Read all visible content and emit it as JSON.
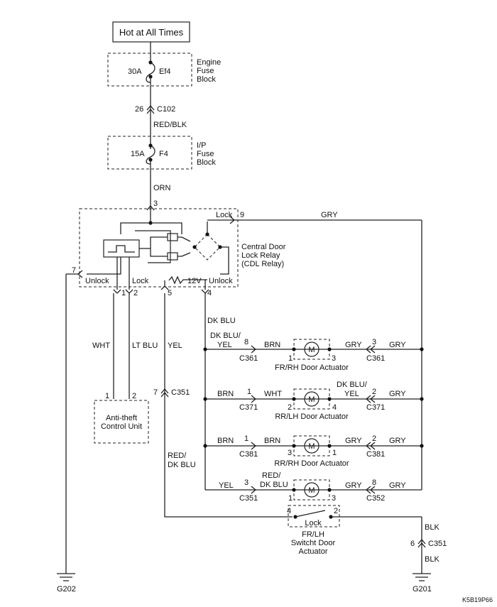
{
  "source": {
    "label": "Hot at All Times"
  },
  "engine_fuse": {
    "rating": "30A",
    "name": "Ef4",
    "block_label": [
      "Engine",
      "Fuse",
      "Block"
    ]
  },
  "c102": {
    "pin": "26",
    "name": "C102"
  },
  "wire_red_blk": "RED/BLK",
  "ip_fuse": {
    "rating": "15A",
    "name": "F4",
    "block_label": [
      "I/P",
      "Fuse",
      "Block"
    ]
  },
  "wire_orn": "ORN",
  "relay": {
    "label": [
      "Central Door",
      "Lock Relay",
      "(CDL Relay)"
    ],
    "pin_top": "3",
    "pin_lock_out": "9",
    "lock_out_label": "Lock",
    "pin_7": "7",
    "unlock_left": "Unlock",
    "lock_left": "Lock",
    "pin_1": "1",
    "pin_2": "2",
    "pin_5": "5",
    "pin_4": "4",
    "v12": "12V",
    "unlock_right": "Unlock"
  },
  "wires": {
    "gry": "GRY",
    "dk_blu": "DK BLU",
    "wht": "WHT",
    "lt_blu": "LT BLU",
    "yel": "YEL",
    "red_dk_blu": [
      "RED/",
      "DK BLU"
    ]
  },
  "anti_theft": {
    "label": [
      "Anti-theft",
      "Control Unit"
    ],
    "pin1": "1",
    "pin2": "2"
  },
  "c351_left": {
    "pin": "7",
    "name": "C351"
  },
  "actuators": [
    {
      "name": "FR/RH Door Actuator",
      "left_wire": [
        "DK BLU/",
        "YEL"
      ],
      "left_pin": "8",
      "left_conn": "C361",
      "inner_left_wire": "BRN",
      "motor_pin_left": "1",
      "motor_pin_right": "3",
      "inner_right_wire": "GRY",
      "right_pin": "3",
      "right_conn": "C361",
      "right_wire": "GRY"
    },
    {
      "name": "RR/LH Door Actuator",
      "left_wire": "BRN",
      "left_pin": "1",
      "left_conn": "C371",
      "inner_left_wire": "WHT",
      "motor_pin_left": "2",
      "motor_pin_right": "4",
      "inner_right_wire": [
        "DK BLU/",
        "YEL"
      ],
      "right_pin": "2",
      "right_conn": "C371",
      "right_wire": "GRY"
    },
    {
      "name": "RR/RH Door Actuator",
      "left_wire": "BRN",
      "left_pin": "1",
      "left_conn": "C381",
      "inner_left_wire": "BRN",
      "motor_pin_left": "3",
      "motor_pin_right": "1",
      "inner_right_wire": "GRY",
      "right_pin": "2",
      "right_conn": "C381",
      "right_wire": "GRY"
    },
    {
      "name": "",
      "left_wire": "YEL",
      "left_pin": "3",
      "left_conn": "C351",
      "inner_left_wire": [
        "RED/",
        "DK BLU"
      ],
      "motor_pin_left": "1",
      "motor_pin_right": "3",
      "inner_right_wire": "GRY",
      "right_pin": "8",
      "right_conn": "C352",
      "right_wire": "GRY"
    }
  ],
  "motor_symbol": "M",
  "switch": {
    "label": [
      "FR/LH",
      "Switcht Door",
      "Actuator"
    ],
    "lock": "Lock",
    "pin_left": "4",
    "pin_right": "2"
  },
  "right_ground": {
    "wire_top": "BLK",
    "pin": "6",
    "conn": "C351",
    "wire_bottom": "BLK",
    "ground": "G201"
  },
  "left_ground": {
    "ground": "G202"
  },
  "figure_code": "K5B19P66"
}
